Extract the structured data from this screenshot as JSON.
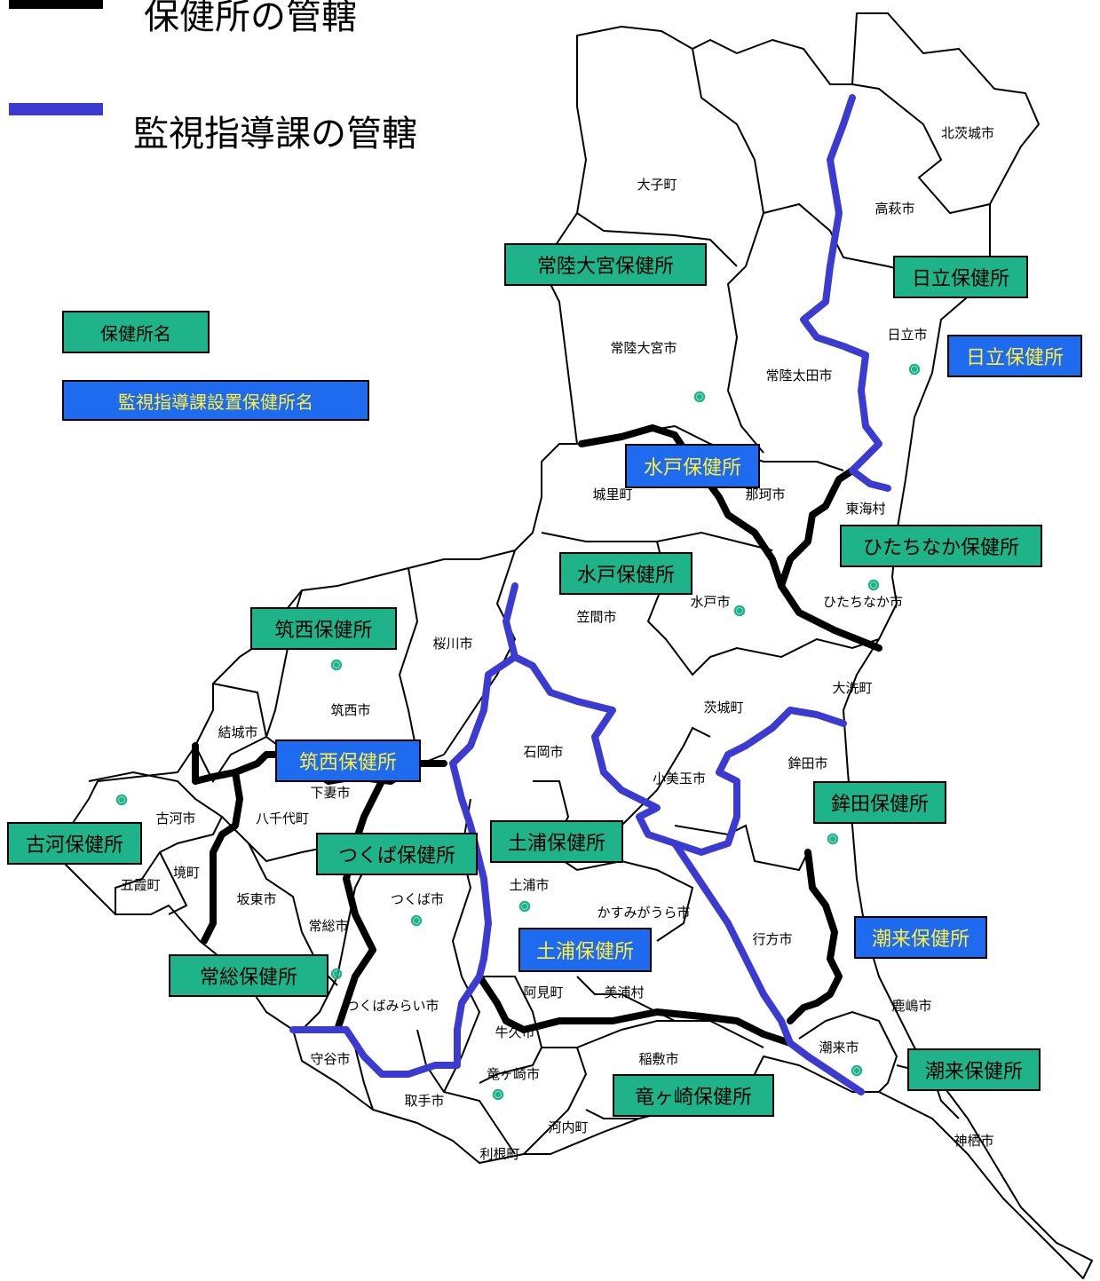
{
  "legend": {
    "health_center_line": "保健所の管轄",
    "supervision_line": "監視指導課の管轄",
    "health_center_box": "保健所名",
    "supervision_box": "監視指導課設置保健所名"
  },
  "colors": {
    "health_center_fill": "#1fb38a",
    "supervision_fill": "#1e6bf0",
    "supervision_text": "#ffef3a",
    "supervision_line": "#3b3bd1",
    "health_center_line": "#000000"
  },
  "health_centers": [
    {
      "name": "常陸大宮保健所"
    },
    {
      "name": "日立保健所"
    },
    {
      "name": "ひたちなか保健所"
    },
    {
      "name": "水戸保健所"
    },
    {
      "name": "筑西保健所"
    },
    {
      "name": "鉾田保健所"
    },
    {
      "name": "古河保健所"
    },
    {
      "name": "つくば保健所"
    },
    {
      "name": "土浦保健所"
    },
    {
      "name": "常総保健所"
    },
    {
      "name": "潮来保健所"
    },
    {
      "name": "竜ヶ崎保健所"
    }
  ],
  "supervision_centers": [
    {
      "name": "日立保健所"
    },
    {
      "name": "水戸保健所"
    },
    {
      "name": "筑西保健所"
    },
    {
      "name": "土浦保健所"
    },
    {
      "name": "潮来保健所"
    }
  ],
  "municipalities": [
    "北茨城市",
    "大子町",
    "高萩市",
    "常陸大宮市",
    "日立市",
    "常陸太田市",
    "城里町",
    "那珂市",
    "東海村",
    "笠間市",
    "水戸市",
    "ひたちなか市",
    "桜川市",
    "大洗町",
    "筑西市",
    "茨城町",
    "結城市",
    "石岡市",
    "鉾田市",
    "小美玉市",
    "下妻市",
    "古河市",
    "八千代町",
    "境町",
    "五霞町",
    "坂東市",
    "常総市",
    "つくば市",
    "土浦市",
    "かすみがうら市",
    "行方市",
    "阿見町",
    "美浦村",
    "つくばみらい市",
    "鹿嶋市",
    "牛久市",
    "潮来市",
    "守谷市",
    "稲敷市",
    "竜ヶ崎市",
    "取手市",
    "河内町",
    "利根町",
    "神栖市"
  ]
}
